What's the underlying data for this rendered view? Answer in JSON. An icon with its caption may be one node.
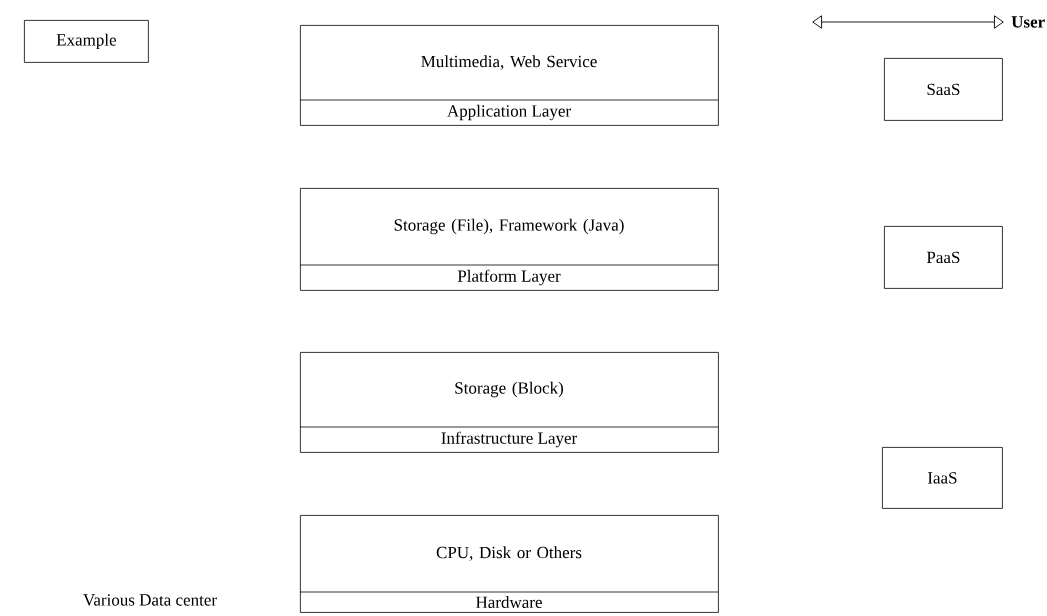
{
  "diagram": {
    "nodes": [
      {
        "text": [
          "Example"
        ]
      },
      {
        "text": [
          "Multimedia, Web Service",
          "Application Layer"
        ]
      },
      {
        "text": [
          "Storage (File), Framework (Java)",
          "Platform Layer"
        ]
      },
      {
        "text": [
          "Storage (Block)",
          "Infrastructure Layer"
        ]
      },
      {
        "text": [
          "CPU, Disk or Others",
          "Hardware"
        ]
      },
      {
        "text": [
          "User"
        ]
      },
      {
        "text": [
          "SaaS"
        ]
      },
      {
        "text": [
          "PaaS"
        ]
      },
      {
        "text": [
          "IaaS"
        ]
      }
    ],
    "edges": [
      {
        "from": null,
        "to": 5,
        "arrow": "both"
      }
    ],
    "labels": [
      "Various Data center"
    ]
  }
}
